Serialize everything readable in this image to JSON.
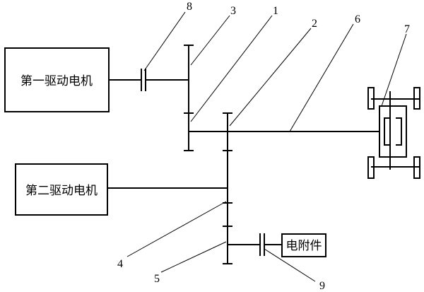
{
  "components": {
    "first_motor": "第一驱动电机",
    "second_motor": "第二驱动电机",
    "electric_accessory": "电附件"
  },
  "callouts": {
    "n1": "1",
    "n2": "2",
    "n3": "3",
    "n4": "4",
    "n5": "5",
    "n6": "6",
    "n7": "7",
    "n8": "8",
    "n9": "9"
  },
  "colors": {
    "line": "#000000",
    "background": "#ffffff"
  }
}
